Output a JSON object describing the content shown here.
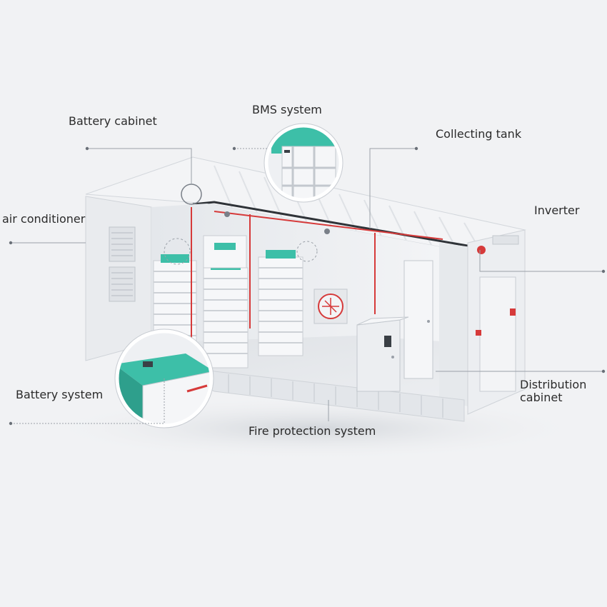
{
  "labels": {
    "battery_cabinet": "Battery cabinet",
    "bms_system": "BMS system",
    "collecting_tank": "Collecting tank",
    "air_conditioner": "air conditioner",
    "inverter": "Inverter",
    "battery_system": "Battery system",
    "distribution_cabinet": "Distribution cabinet",
    "fire_protection_system": "Fire protection system"
  },
  "colors": {
    "accent_teal": "#3dbfa8",
    "pipe_red": "#d63a3a",
    "container_white": "#eef0f3",
    "shadow_grey": "#c8ccd2",
    "leader_grey": "#9aa0a8"
  }
}
